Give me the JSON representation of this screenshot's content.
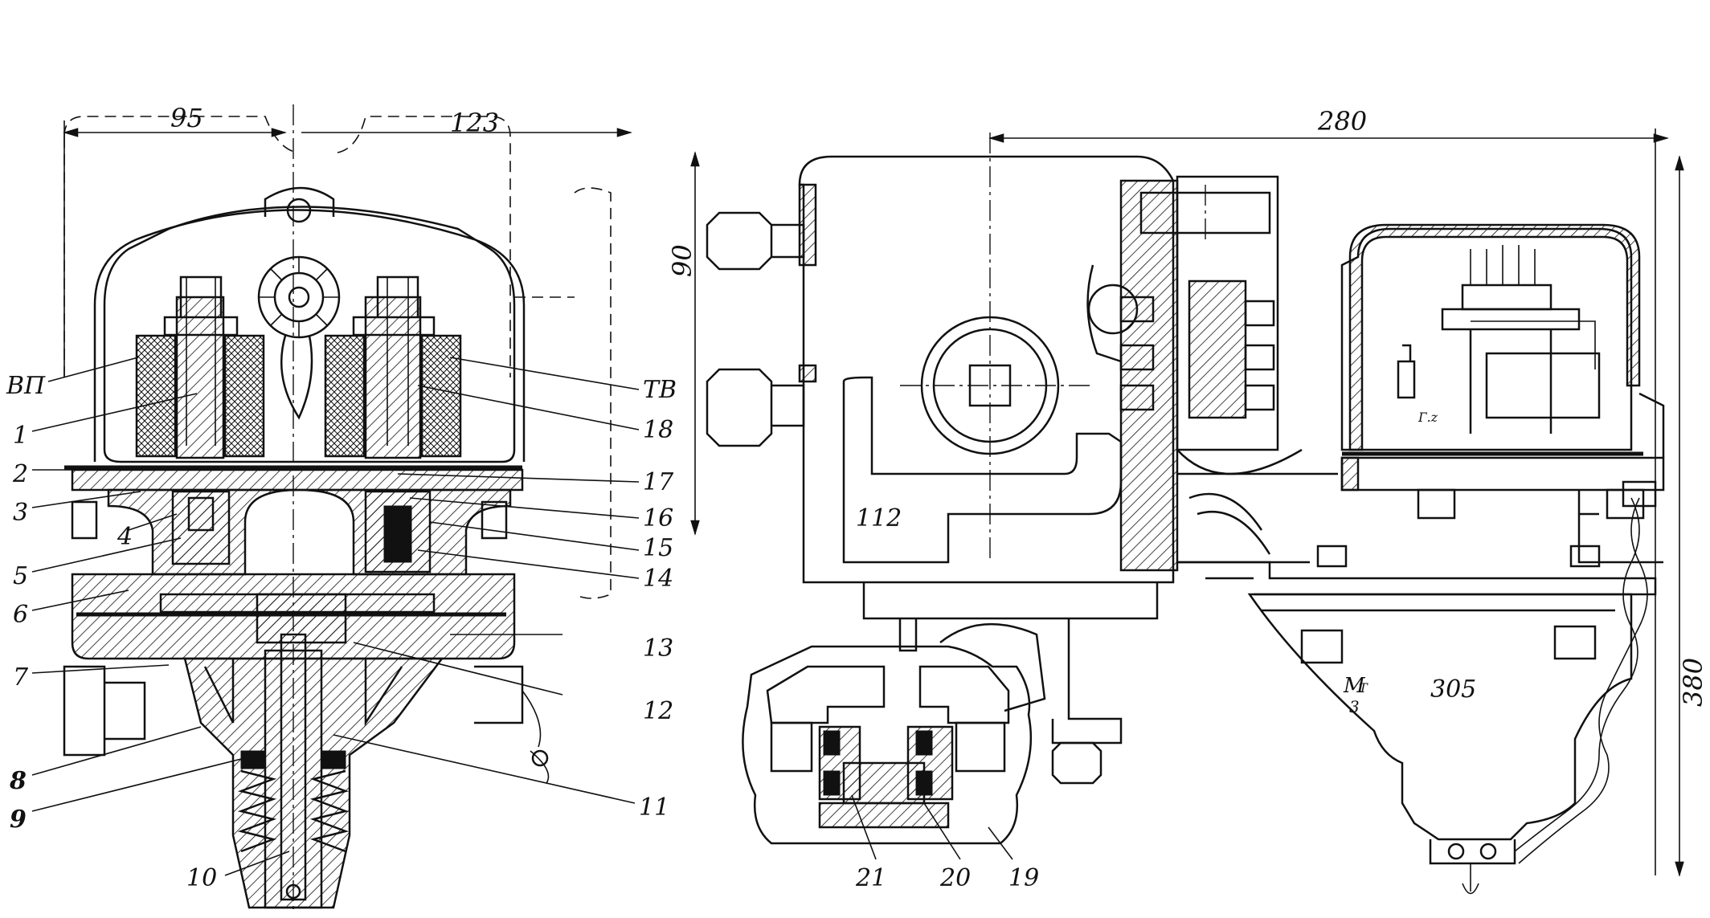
{
  "dimensions": {
    "left_width_a": "95",
    "left_width_b": "123",
    "right_width": "280",
    "right_height": "380",
    "flange_height": "90",
    "body_size_a": "112",
    "body_size_b": "305"
  },
  "callouts": {
    "vp": "ВП",
    "tv": "ТВ",
    "c1": "1",
    "c2": "2",
    "c3": "3",
    "c4": "4",
    "c5": "5",
    "c6": "6",
    "c7": "7",
    "c8": "8",
    "c9": "9",
    "c10": "10",
    "c11": "11",
    "c12": "12",
    "c13": "13",
    "c14": "14",
    "c15": "15",
    "c16": "16",
    "c17": "17",
    "c18": "18",
    "c19": "19",
    "c20": "20",
    "c21": "21"
  },
  "stamp": {
    "top": "М",
    "bottom": "3",
    "side": "Т"
  },
  "colors": {
    "ink": "#111111",
    "paper": "#ffffff"
  }
}
